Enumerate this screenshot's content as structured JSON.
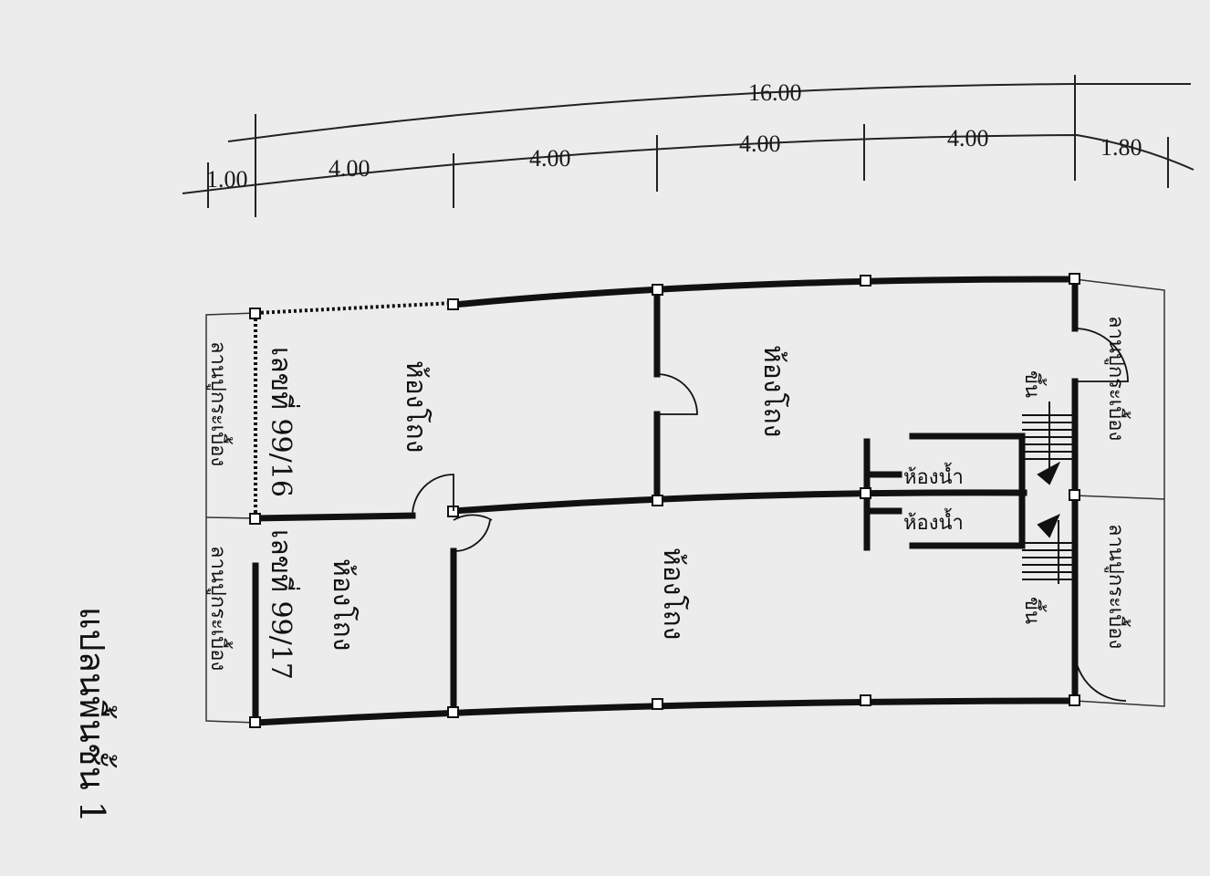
{
  "title": "แปลนพื้นชั้น 1",
  "dimensions": {
    "total": "16.00",
    "seg_front": "1.00",
    "seg1": "4.00",
    "seg2": "4.00",
    "seg3": "4.00",
    "seg4": "4.00",
    "seg_back": "1.80"
  },
  "units": {
    "left": "เลขที่ 99/16",
    "right": "เลขที่ 99/17"
  },
  "rooms": {
    "hall_left_front": "ห้องโถง",
    "hall_right_front": "ห้องโถง",
    "hall_left_back": "ห้องโถง",
    "hall_right_back": "ห้องโถง",
    "bath_left": "ห้องน้ำ",
    "bath_right": "ห้องน้ำ",
    "stair_left": "ขึ้น",
    "stair_right": "ขึ้น"
  },
  "areas": {
    "front_left": "ลานปูกระเบื้อง",
    "front_right": "ลานปูกระเบื้อง",
    "back_left": "ลานปูกระเบื้อง",
    "back_right": "ลานปูกระเบื้อง"
  },
  "colors": {
    "wall": "#111111",
    "line": "#222222",
    "paper": "#e9e9ea"
  }
}
